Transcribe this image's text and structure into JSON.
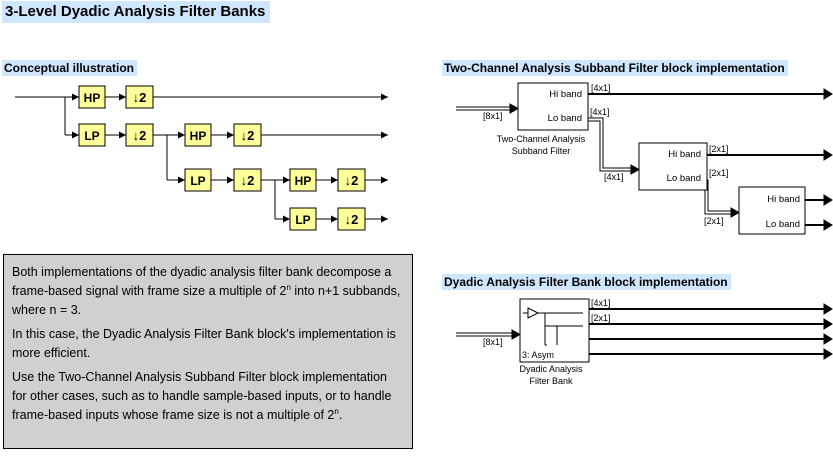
{
  "title": "3-Level Dyadic Analysis Filter Banks",
  "sections": {
    "conceptual": "Conceptual illustration",
    "two_channel": "Two-Channel Analysis Subband Filter block implementation",
    "dyadic": "Dyadic Analysis Filter Bank block implementation"
  },
  "conceptual": {
    "hp_label": "HP",
    "lp_label": "LP",
    "down_label": "↓2"
  },
  "two_channel": {
    "input_dim": "[8x1]",
    "hi_band": "Hi band",
    "lo_band": "Lo band",
    "block_name_line1": "Two-Channel Analysis",
    "block_name_line2": "Subband Filter",
    "stage1_dim": "[4x1]",
    "stage2_dim": "[2x1]"
  },
  "dyadic": {
    "input_dim": "[8x1]",
    "out_dim1": "[4x1]",
    "out_dim2": "[2x1]",
    "block_label": "3: Asym",
    "block_name_line1": "Dyadic Analysis",
    "block_name_line2": "Filter Bank"
  },
  "note": {
    "p1_a": "Both implementations of the dyadic analysis filter bank decompose a frame-based signal with frame size a multiple of 2",
    "p1_sup": "n",
    "p1_b": " into n+1 subbands, where n = 3.",
    "p2": "In this case, the Dyadic Analysis Filter Bank block's implementation is more efficient.",
    "p3_a": "Use the Two-Channel Analysis Subband Filter block implementation for other cases, such as to handle sample-based inputs, or to handle frame-based inputs whose frame size is not a multiple of 2",
    "p3_sup": "n",
    "p3_b": "."
  },
  "colors": {
    "header_bg": "#cfe6ff",
    "filter_block_fill": "#ffff99",
    "note_bg": "#d0d0d0"
  }
}
